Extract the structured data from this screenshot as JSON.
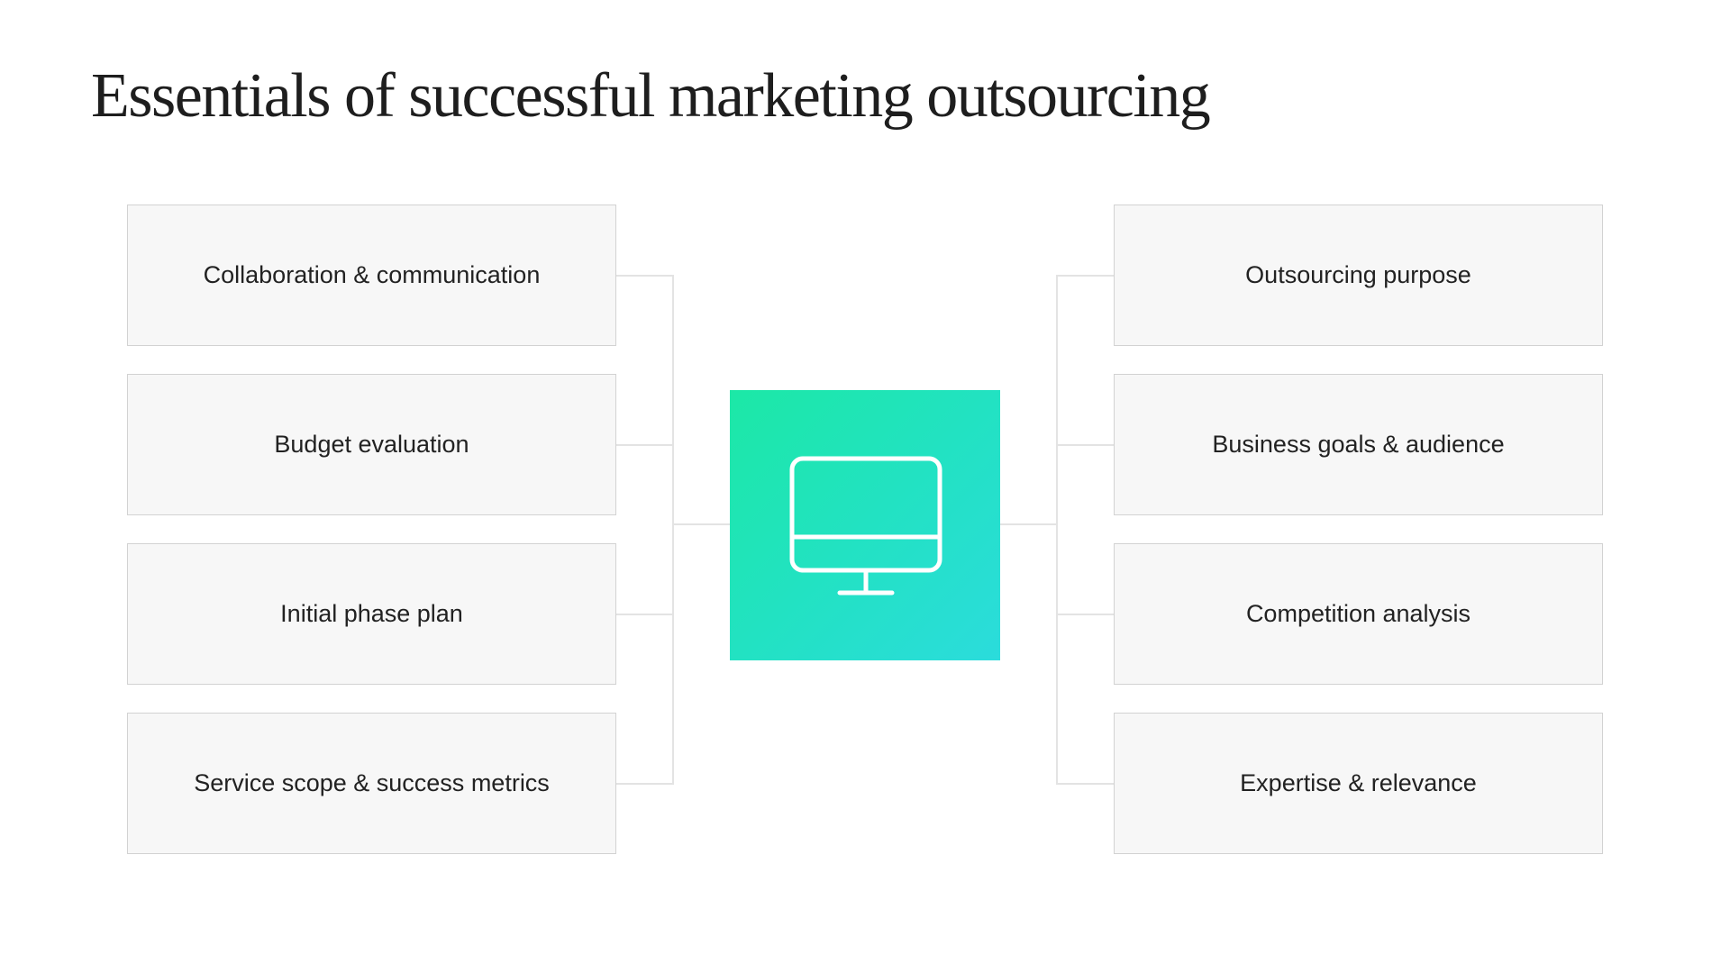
{
  "title": "Essentials of successful marketing outsourcing",
  "hub": {
    "icon": "monitor-icon",
    "gradient_start": "#1ce8a6",
    "gradient_end": "#2bdcdc"
  },
  "left_items": [
    {
      "label": "Collaboration & communication"
    },
    {
      "label": "Budget evaluation"
    },
    {
      "label": "Initial phase plan"
    },
    {
      "label": "Service scope & success metrics"
    }
  ],
  "right_items": [
    {
      "label": "Outsourcing purpose"
    },
    {
      "label": "Business goals & audience"
    },
    {
      "label": "Competition analysis"
    },
    {
      "label": "Expertise & relevance"
    }
  ],
  "colors": {
    "box_fill": "#f7f7f7",
    "box_border": "#d2d2d2",
    "connector": "#e3e3e3",
    "text": "#222222"
  }
}
